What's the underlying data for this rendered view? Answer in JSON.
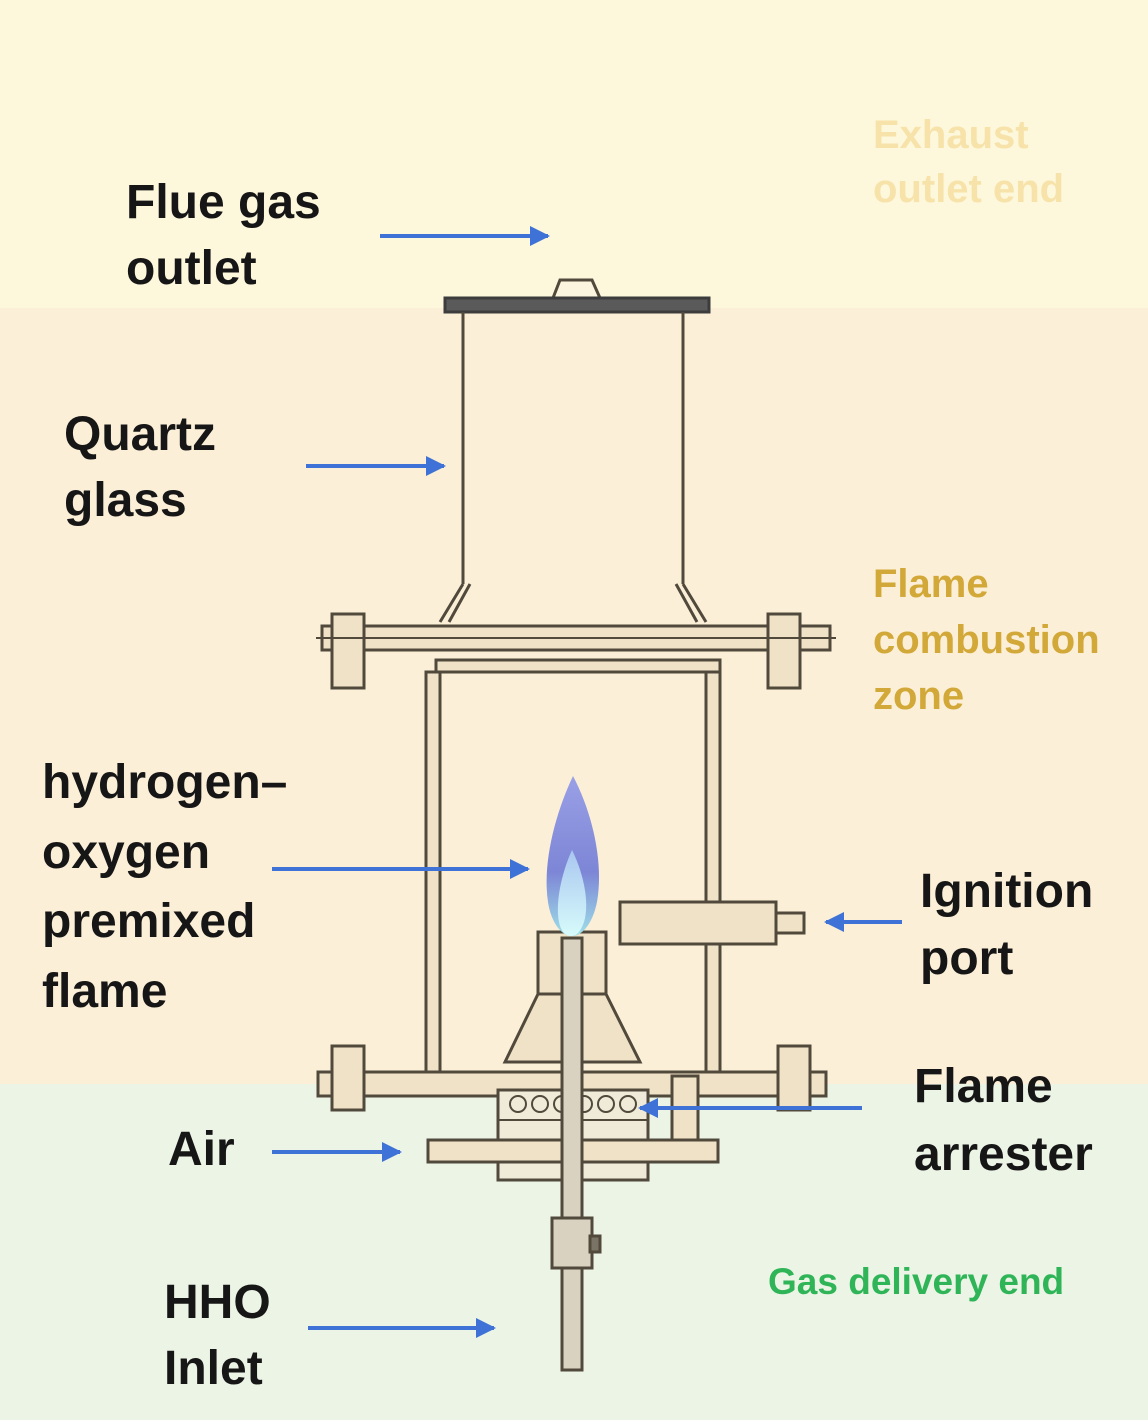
{
  "colors": {
    "zone_exhaust_bg": "#fdf7dc",
    "zone_combustion_bg": "#fcefd8",
    "zone_gas_bg": "#ecf4e6",
    "arrow": "#3f72d6",
    "apparatus_line": "#514a3c",
    "flame_outer": "#8a92e0",
    "flame_core": "#b3ecf5"
  },
  "zones": {
    "exhaust": [
      "Exhaust",
      "outlet end"
    ],
    "combustion": [
      "Flame",
      "combustion",
      "zone"
    ],
    "gas_delivery": [
      "Gas delivery end"
    ]
  },
  "labels": {
    "flue_gas_outlet": [
      "Flue gas",
      "outlet"
    ],
    "quartz_glass": [
      "Quartz",
      "glass"
    ],
    "premixed_flame": [
      "hydrogen–",
      "oxygen",
      "premixed",
      "flame"
    ],
    "ignition_port": [
      "Ignition",
      "port"
    ],
    "flame_arrester": [
      "Flame",
      "arrester"
    ],
    "air": [
      "Air"
    ],
    "hho_inlet": [
      "HHO",
      "Inlet"
    ]
  }
}
